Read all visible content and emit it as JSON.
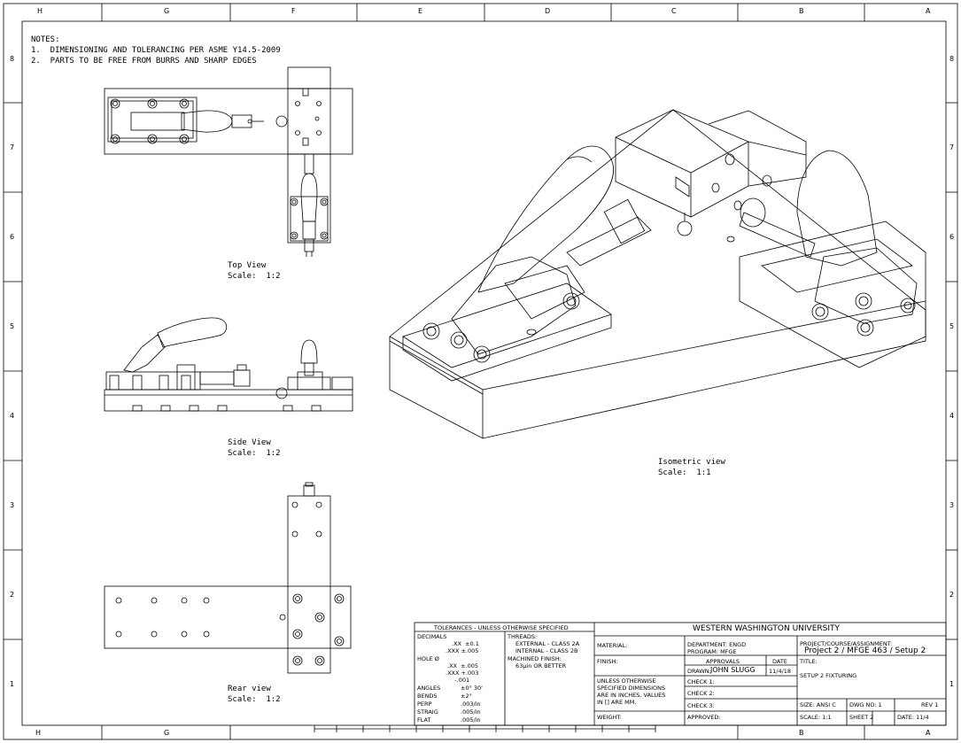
{
  "notes": {
    "heading": "NOTES:",
    "items": [
      "1.  DIMENSIONING AND TOLERANCING PER ASME Y14.5-2009",
      "2.  PARTS TO BE FREE FROM BURRS AND SHARP EDGES"
    ]
  },
  "border": {
    "top_cols": [
      "H",
      "G",
      "F",
      "E",
      "D",
      "C",
      "B",
      "A"
    ],
    "bottom_cols": [
      "H",
      "G",
      "B",
      "A"
    ],
    "rows": [
      "8",
      "7",
      "6",
      "5",
      "4",
      "3",
      "2",
      "1"
    ]
  },
  "views": {
    "top": {
      "name": "Top View",
      "scale": "Scale:  1:2"
    },
    "side": {
      "name": "Side View",
      "scale": "Scale:  1:2"
    },
    "rear": {
      "name": "Rear view",
      "scale": "Scale:  1:2"
    },
    "iso": {
      "name": "Isometric view",
      "scale": "Scale:  1:1"
    }
  },
  "title_block": {
    "tolerances_header": "TOLERANCES - UNLESS OTHERWISE SPECIFIED",
    "decimals_label": "DECIMALS",
    "dec_xx": ".XX  ±0.1",
    "dec_xxx": ".XXX ±.005",
    "hole_label": "HOLE Ø",
    "hole_xx": ".XX  ±.005",
    "hole_xxx": ".XXX +.003",
    "hole_xxx2": "     -.001",
    "angles": "ANGLES",
    "angles_val": "±0° 30'",
    "bends": "BENDS",
    "bends_val": "±2°",
    "perp": "PERP",
    "perp_val": ".003/in",
    "straig": "STRAIG",
    "straig_val": ".005/in",
    "flat": "FLAT",
    "flat_val": ".005/in",
    "threads_label": "THREADS:",
    "thread_ext": "EXTERNAL - CLASS 2A",
    "thread_int": "INTERNAL - CLASS 2B",
    "machined_label": "MACHINED FINISH:",
    "machined_val": "63μin OR BETTER",
    "university": "WESTERN WASHINGTON UNIVERSITY",
    "material": "MATERIAL:",
    "finish": "FINISH:",
    "unless1": "UNLESS OTHERWISE",
    "unless2": "SPECIFIED DIMENSIONS",
    "unless3": "ARE IN INCHES. VALUES",
    "unless4": "IN [] ARE MM.",
    "weight": "WEIGHT:",
    "department": "DEPARTMENT: ENGD",
    "program": "PROGRAM: MFGE",
    "approvals": "APPROVALS",
    "date_label": "DATE",
    "drawn_label": "DRAWN:",
    "drawn_by": "JOHN SLUGG",
    "drawn_date": "11/4/18",
    "check1": "CHECK 1:",
    "check2": "CHECK 2:",
    "check3": "CHECK 3:",
    "approved": "APPROVED:",
    "project_label": "PROJECT/COURSE/ASSIGNMENT:",
    "project_val": "Project 2 / MFGE 463 / Setup 2",
    "title_label": "TITLE:",
    "title_val": "SETUP 2 FIXTURING",
    "size": "SIZE: ANSI C",
    "dwg": "DWG NO: 1",
    "rev": "REV 1",
    "scale": "SCALE: 1:1",
    "sheet": "SHEET 2",
    "date": "DATE: 11/4"
  }
}
